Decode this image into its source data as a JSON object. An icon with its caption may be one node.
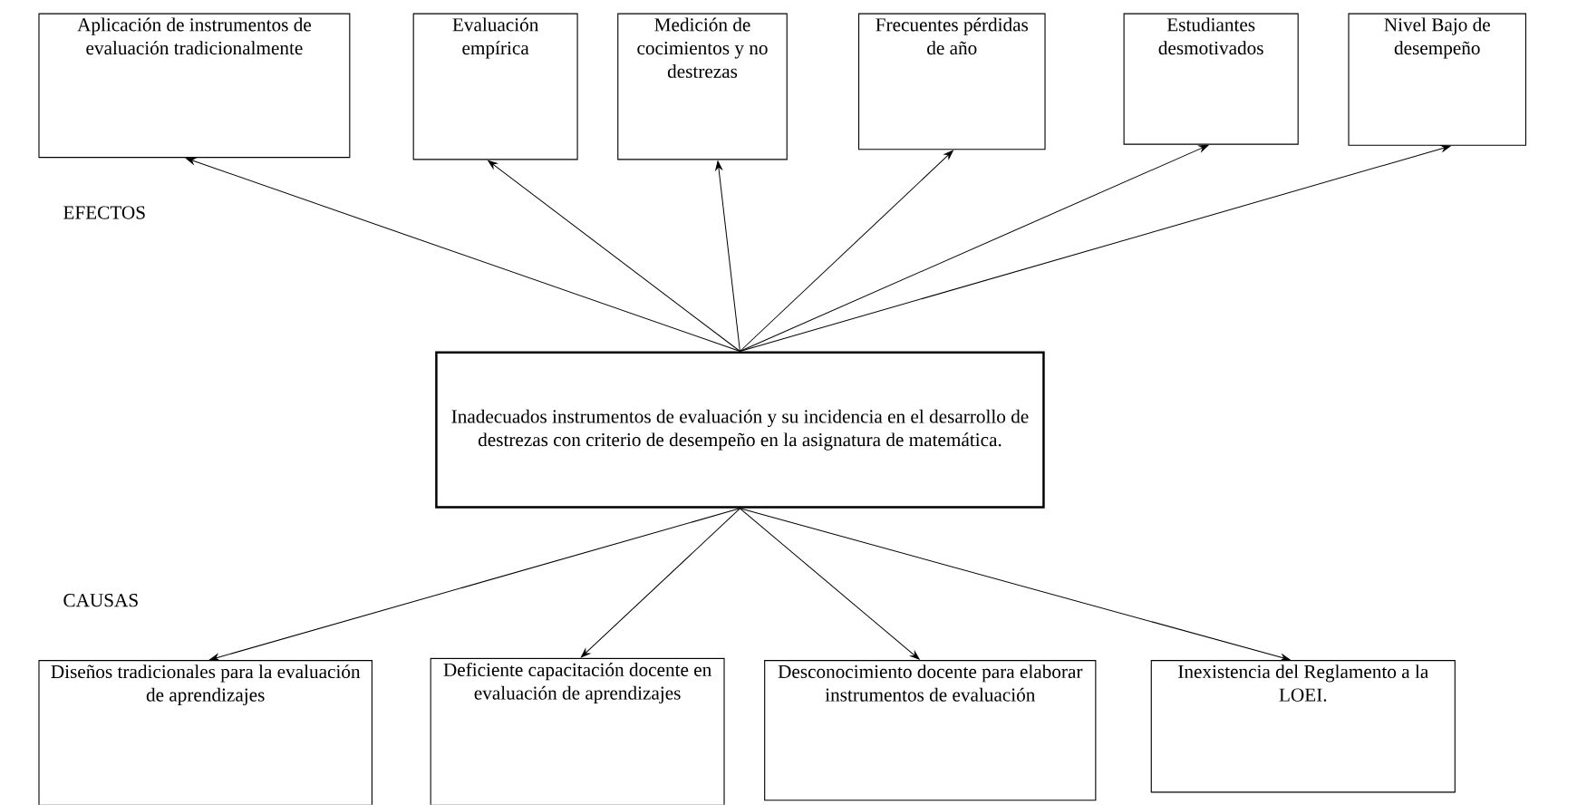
{
  "diagram": {
    "nodes": [
      {
        "text": [
          "Aplicación de instrumentos de evaluación tradicionalmente"
        ]
      },
      {
        "text": [
          "Evaluación empírica"
        ]
      },
      {
        "text": [
          "Medición de cocimientos y no destrezas"
        ]
      },
      {
        "text": [
          "Frecuentes pérdidas de año"
        ]
      },
      {
        "text": [
          "Estudiantes desmotivados"
        ]
      },
      {
        "text": [
          "Nivel Bajo de desempeño"
        ]
      },
      {
        "text": [
          "Inadecuados instrumentos de evaluación y su incidencia en el desarrollo de destrezas con criterio de desempeño en la asignatura de matemática."
        ]
      },
      {
        "text": [
          "Diseños tradicionales para la evaluación de aprendizajes"
        ]
      },
      {
        "text": [
          "Deficiente capacitación docente en evaluación de aprendizajes"
        ]
      },
      {
        "text": [
          "Desconocimiento docente para elaborar instrumentos de evaluación"
        ]
      },
      {
        "text": [
          "Inexistencia  del Reglamento a la LOEI."
        ]
      }
    ],
    "edges": [
      {
        "from": 6,
        "to": 0,
        "arrow": "to"
      },
      {
        "from": 6,
        "to": 1,
        "arrow": "to"
      },
      {
        "from": 6,
        "to": 2,
        "arrow": "to"
      },
      {
        "from": 6,
        "to": 3,
        "arrow": "to"
      },
      {
        "from": 6,
        "to": 4,
        "arrow": "to"
      },
      {
        "from": 6,
        "to": 5,
        "arrow": "to"
      },
      {
        "from": 6,
        "to": 7,
        "arrow": "to"
      },
      {
        "from": 6,
        "to": 8,
        "arrow": "to"
      },
      {
        "from": 6,
        "to": 9,
        "arrow": "to"
      },
      {
        "from": 6,
        "to": 10,
        "arrow": "to"
      }
    ],
    "labels": [
      "EFECTOS",
      "CAUSAS"
    ]
  }
}
